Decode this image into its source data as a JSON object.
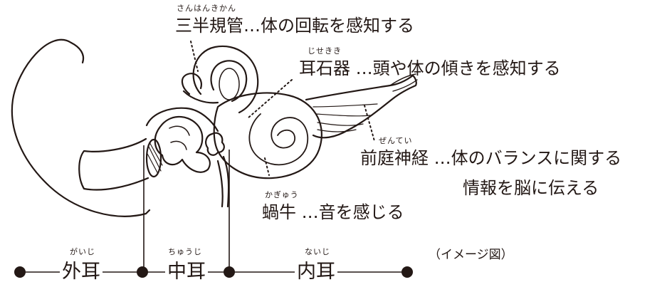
{
  "labels": {
    "semicircular": {
      "ruby": "さんはんきかん",
      "name": "三半規管",
      "desc": "…体の回転を感知する"
    },
    "otolith": {
      "ruby": "じせきき",
      "name": "耳石器",
      "desc": " …頭や体の傾きを感知する"
    },
    "vestibular_nerve": {
      "ruby": "ぜんてい",
      "name": "前庭神経",
      "desc": " …体のバランスに関する",
      "desc2": "情報を脳に伝える"
    },
    "cochlea": {
      "ruby": "かぎゅう",
      "name": "蝸牛",
      "desc": " …音を感じる"
    }
  },
  "sections": {
    "outer": {
      "ruby": "がいじ",
      "name": "外耳"
    },
    "middle": {
      "ruby": "ちゅうじ",
      "name": "中耳"
    },
    "inner": {
      "ruby": "ないじ",
      "name": "内耳"
    }
  },
  "caption": "（イメージ図）",
  "colors": {
    "ink": "#231815",
    "background": "#ffffff"
  }
}
